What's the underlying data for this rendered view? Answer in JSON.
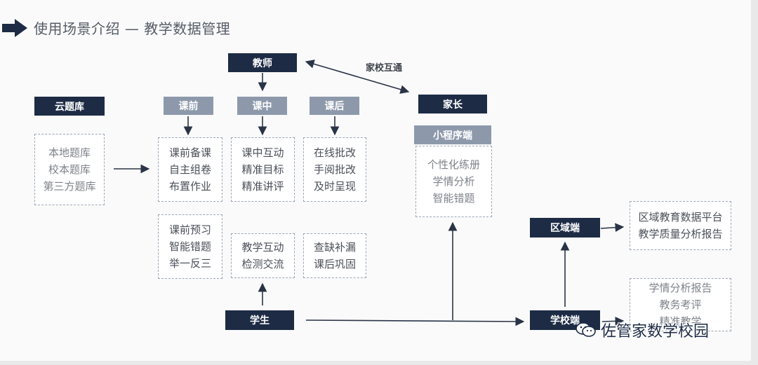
{
  "header": {
    "title": "使用场景介绍 — 教学数据管理"
  },
  "nodes": {
    "teacher": "教师",
    "parent": "家长",
    "question_bank": "云题库",
    "before_class": "课前",
    "in_class": "课中",
    "after_class": "课后",
    "mini_program": "小程序端",
    "district": "区域端",
    "student": "学生",
    "school": "学校端"
  },
  "boxes": {
    "question_bank_items": [
      "本地题库",
      "校本题库",
      "第三方题库"
    ],
    "before_class_teacher": [
      "课前备课",
      "自主组卷",
      "布置作业"
    ],
    "in_class_teacher": [
      "课中互动",
      "精准目标",
      "精准讲评"
    ],
    "after_class_teacher": [
      "在线批改",
      "手阅批改",
      "及时呈现"
    ],
    "before_class_student": [
      "课前预习",
      "智能错题",
      "举一反三"
    ],
    "in_class_student": [
      "教学互动",
      "检测交流"
    ],
    "after_class_student": [
      "查缺补漏",
      "课后巩固"
    ],
    "parent_app": [
      "个性化练册",
      "学情分析",
      "智能错题"
    ],
    "district_outputs": [
      "区域教育数据平台",
      "教学质量分析报告"
    ],
    "school_outputs": [
      "学情分析报告",
      "教务考评",
      "精准教学"
    ]
  },
  "edges": {
    "home_school": "家校互通"
  },
  "watermark": {
    "text": "佐管家数学校园",
    "icon": "wechat-icon"
  },
  "colors": {
    "navy": "#1d2b45",
    "gray": "#8d99ab",
    "dash": "#9aa5b5"
  }
}
